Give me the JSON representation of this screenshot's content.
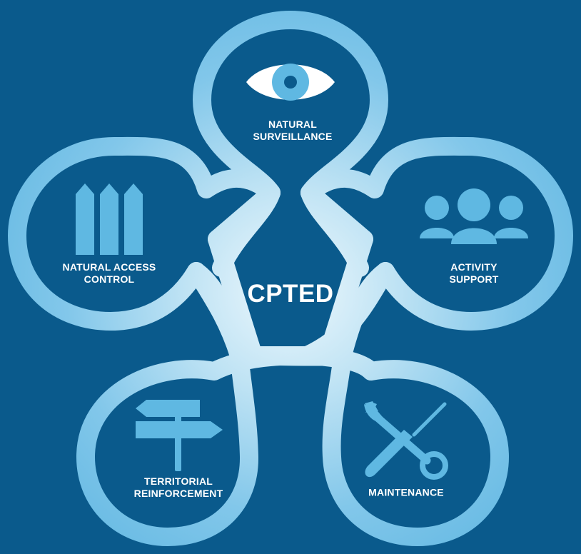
{
  "diagram": {
    "center_title": "CPTED",
    "principles": [
      {
        "id": "natural-surveillance",
        "lines": [
          "NATURAL",
          "SURVEILLANCE"
        ],
        "icon": "eye-icon"
      },
      {
        "id": "activity-support",
        "lines": [
          "ACTIVITY",
          "SUPPORT"
        ],
        "icon": "people-group-icon"
      },
      {
        "id": "maintenance",
        "lines": [
          "MAINTENANCE"
        ],
        "icon": "wrench-screwdriver-icon"
      },
      {
        "id": "territorial-reinforcement",
        "lines": [
          "TERRITORIAL",
          "REINFORCEMENT"
        ],
        "icon": "signpost-icon"
      },
      {
        "id": "natural-access-control",
        "lines": [
          "NATURAL ACCESS",
          "CONTROL"
        ],
        "icon": "fence-icon"
      }
    ]
  },
  "colors": {
    "background": "#0a5a8c",
    "loop": "#7cc3e8",
    "loop_light": "#e6f4fb",
    "icon": "#5fb8e2",
    "text": "#ffffff"
  }
}
